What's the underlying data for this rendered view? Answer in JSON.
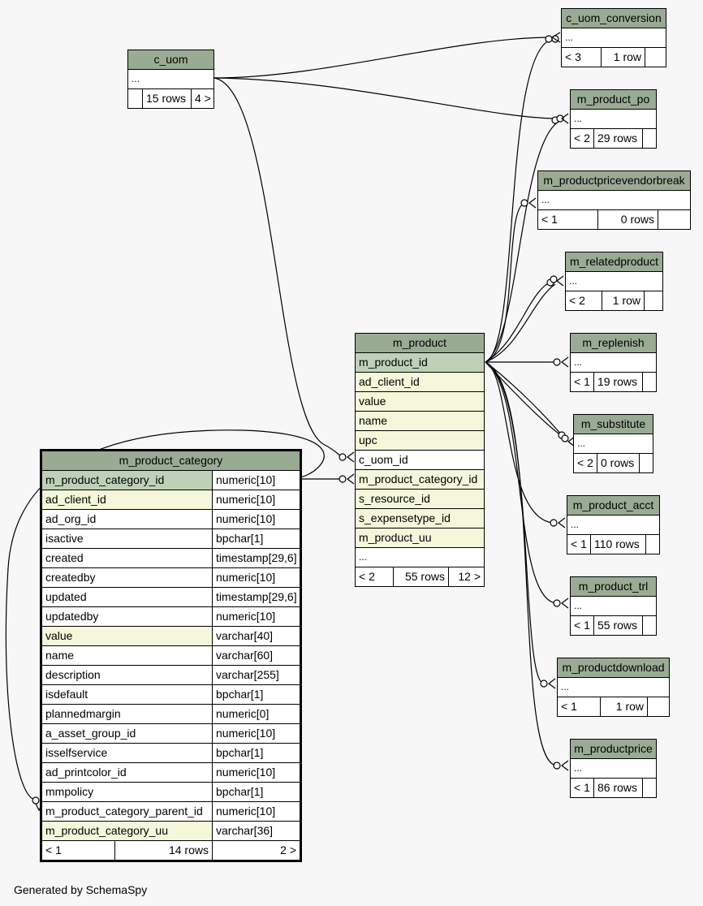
{
  "tables": {
    "c_uom": {
      "name": "c_uom",
      "ellipsis": "...",
      "foot": [
        "",
        "15 rows",
        "4 >"
      ]
    },
    "c_uom_conversion": {
      "name": "c_uom_conversion",
      "ellipsis": "...",
      "foot": [
        "< 3",
        "1 row",
        ""
      ]
    },
    "m_product_po": {
      "name": "m_product_po",
      "ellipsis": "...",
      "foot": [
        "< 2",
        "29 rows",
        ""
      ]
    },
    "m_productpricevendorbreak": {
      "name": "m_productpricevendorbreak",
      "ellipsis": "...",
      "foot": [
        "< 1",
        "0 rows",
        ""
      ]
    },
    "m_relatedproduct": {
      "name": "m_relatedproduct",
      "ellipsis": "...",
      "foot": [
        "< 2",
        "1 row",
        ""
      ]
    },
    "m_replenish": {
      "name": "m_replenish",
      "ellipsis": "...",
      "foot": [
        "< 1",
        "19 rows",
        ""
      ]
    },
    "m_substitute": {
      "name": "m_substitute",
      "ellipsis": "...",
      "foot": [
        "< 2",
        "0 rows",
        ""
      ]
    },
    "m_product_acct": {
      "name": "m_product_acct",
      "ellipsis": "...",
      "foot": [
        "< 1",
        "110 rows",
        ""
      ]
    },
    "m_product_trl": {
      "name": "m_product_trl",
      "ellipsis": "...",
      "foot": [
        "< 1",
        "55 rows",
        ""
      ]
    },
    "m_productdownload": {
      "name": "m_productdownload",
      "ellipsis": "...",
      "foot": [
        "< 1",
        "1 row",
        ""
      ]
    },
    "m_productprice": {
      "name": "m_productprice",
      "ellipsis": "...",
      "foot": [
        "< 1",
        "86 rows",
        ""
      ]
    },
    "m_product": {
      "name": "m_product",
      "columns": [
        "m_product_id",
        "ad_client_id",
        "value",
        "name",
        "upc",
        "c_uom_id",
        "m_product_category_id",
        "s_resource_id",
        "s_expensetype_id",
        "m_product_uu"
      ],
      "ellipsis": "...",
      "foot": [
        "< 2",
        "55 rows",
        "12 >"
      ]
    },
    "m_product_category": {
      "name": "m_product_category",
      "columns": [
        {
          "name": "m_product_category_id",
          "type": "numeric[10]"
        },
        {
          "name": "ad_client_id",
          "type": "numeric[10]"
        },
        {
          "name": "ad_org_id",
          "type": "numeric[10]"
        },
        {
          "name": "isactive",
          "type": "bpchar[1]"
        },
        {
          "name": "created",
          "type": "timestamp[29,6]"
        },
        {
          "name": "createdby",
          "type": "numeric[10]"
        },
        {
          "name": "updated",
          "type": "timestamp[29,6]"
        },
        {
          "name": "updatedby",
          "type": "numeric[10]"
        },
        {
          "name": "value",
          "type": "varchar[40]"
        },
        {
          "name": "name",
          "type": "varchar[60]"
        },
        {
          "name": "description",
          "type": "varchar[255]"
        },
        {
          "name": "isdefault",
          "type": "bpchar[1]"
        },
        {
          "name": "plannedmargin",
          "type": "numeric[0]"
        },
        {
          "name": "a_asset_group_id",
          "type": "numeric[10]"
        },
        {
          "name": "isselfservice",
          "type": "bpchar[1]"
        },
        {
          "name": "ad_printcolor_id",
          "type": "numeric[10]"
        },
        {
          "name": "mmpolicy",
          "type": "bpchar[1]"
        },
        {
          "name": "m_product_category_parent_id",
          "type": "numeric[10]"
        },
        {
          "name": "m_product_category_uu",
          "type": "varchar[36]"
        }
      ],
      "foot": [
        "< 1",
        "14 rows",
        "2 >"
      ]
    }
  },
  "colors": {
    "title": "#9aab94",
    "primary_key": "#bed1b8",
    "indexed": "#f4f7da",
    "background": "#f7f7f7"
  },
  "footer": {
    "credit": "Generated by SchemaSpy"
  }
}
